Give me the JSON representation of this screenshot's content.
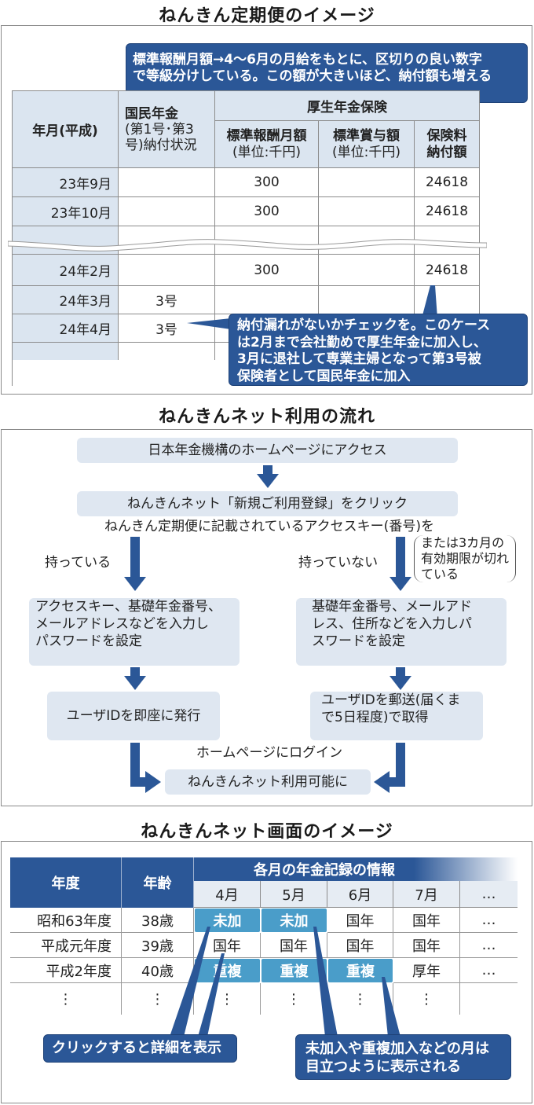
{
  "section1": {
    "title": "ねんきん定期便のイメージ",
    "callout_top": [
      "標準報酬月額→4～6月の月給をもとに、区切りの良い数字",
      "で等級分けしている。この額が大きいほど、納付額も増える"
    ],
    "headers": {
      "year_month": "年月(平成)",
      "national_pension": [
        "国民年金",
        "(第1号･第3",
        "号)納付状況"
      ],
      "employee_pension": "厚生年金保険",
      "standard_monthly": [
        "標準報酬月額",
        "(単位:千円)"
      ],
      "standard_bonus": [
        "標準賞与額",
        "(単位:千円)"
      ],
      "premium": [
        "保険料",
        "納付額"
      ]
    },
    "rows": [
      {
        "ym": "23年9月",
        "np": "",
        "monthly": "300",
        "bonus": "",
        "premium": "24618"
      },
      {
        "ym": "23年10月",
        "np": "",
        "monthly": "300",
        "bonus": "",
        "premium": "24618"
      },
      {
        "ym": "24年2月",
        "np": "",
        "monthly": "300",
        "bonus": "",
        "premium": "24618"
      },
      {
        "ym": "24年3月",
        "np": "3号",
        "monthly": "",
        "bonus": "",
        "premium": ""
      },
      {
        "ym": "24年4月",
        "np": "3号",
        "monthly": "",
        "bonus": "",
        "premium": ""
      }
    ],
    "callout_bottom": [
      "納付漏れがないかチェックを。このケース",
      "は2月まで会社勤めで厚生年金に加入し、",
      "3月に退社して専業主婦となって第3号被",
      "保険者として国民年金に加入"
    ]
  },
  "section2": {
    "title": "ねんきんネット利用の流れ",
    "step1": "日本年金機構のホームページにアクセス",
    "step2": "ねんきんネット「新規ご利用登録」をクリック",
    "question": "ねんきん定期便に記載されているアクセスキー(番号)を",
    "branch_yes": "持っている",
    "branch_no": "持っていない",
    "branch_no_note": [
      "または3カ月の",
      "有効期限が切れ",
      "ている"
    ],
    "yes_input": [
      "アクセスキー、基礎年金番号、",
      "メールアドレスなどを入力し",
      "パスワードを設定"
    ],
    "no_input": [
      "基礎年金番号、メールアド",
      "レス、住所などを入力しパ",
      "スワードを設定"
    ],
    "yes_id": "ユーザIDを即座に発行",
    "no_id": [
      "ユーザIDを郵送(届くま",
      "で5日程度)で取得"
    ],
    "login": "ホームページにログイン",
    "final": "ねんきんネット利用可能に"
  },
  "section3": {
    "title": "ねんきんネット画面のイメージ",
    "headers": {
      "fiscal_year": "年度",
      "age": "年齢",
      "monthly_info": "各月の年金記録の情報"
    },
    "months": [
      "4月",
      "5月",
      "6月",
      "7月",
      "…"
    ],
    "rows": [
      {
        "year": "昭和63年度",
        "age": "38歳",
        "cells": [
          {
            "v": "未加",
            "hl": true
          },
          {
            "v": "未加",
            "hl": true
          },
          {
            "v": "国年",
            "hl": false
          },
          {
            "v": "国年",
            "hl": false
          },
          {
            "v": "…",
            "hl": false
          }
        ]
      },
      {
        "year": "平成元年度",
        "age": "39歳",
        "cells": [
          {
            "v": "国年",
            "hl": false
          },
          {
            "v": "国年",
            "hl": false
          },
          {
            "v": "国年",
            "hl": false
          },
          {
            "v": "国年",
            "hl": false
          },
          {
            "v": "…",
            "hl": false
          }
        ]
      },
      {
        "year": "平成2年度",
        "age": "40歳",
        "cells": [
          {
            "v": "重複",
            "hl": true
          },
          {
            "v": "重複",
            "hl": true
          },
          {
            "v": "重複",
            "hl": true
          },
          {
            "v": "厚年",
            "hl": false
          },
          {
            "v": "…",
            "hl": false
          }
        ]
      },
      {
        "year": "⋮",
        "age": "⋮",
        "cells": [
          {
            "v": "⋮",
            "hl": false
          },
          {
            "v": "⋮",
            "hl": false
          },
          {
            "v": "⋮",
            "hl": false
          },
          {
            "v": "⋮",
            "hl": false
          },
          {
            "v": "",
            "hl": false
          }
        ]
      }
    ],
    "callout_click": "クリックすると詳細を表示",
    "callout_highlight": [
      "未加入や重複加入などの月は",
      "目立つように表示される"
    ]
  },
  "colors": {
    "accent": "#2b5797",
    "highlight": "#4a9dc9",
    "box_bg": "#dfe7f1",
    "header_bg": "#dbe5f0"
  }
}
